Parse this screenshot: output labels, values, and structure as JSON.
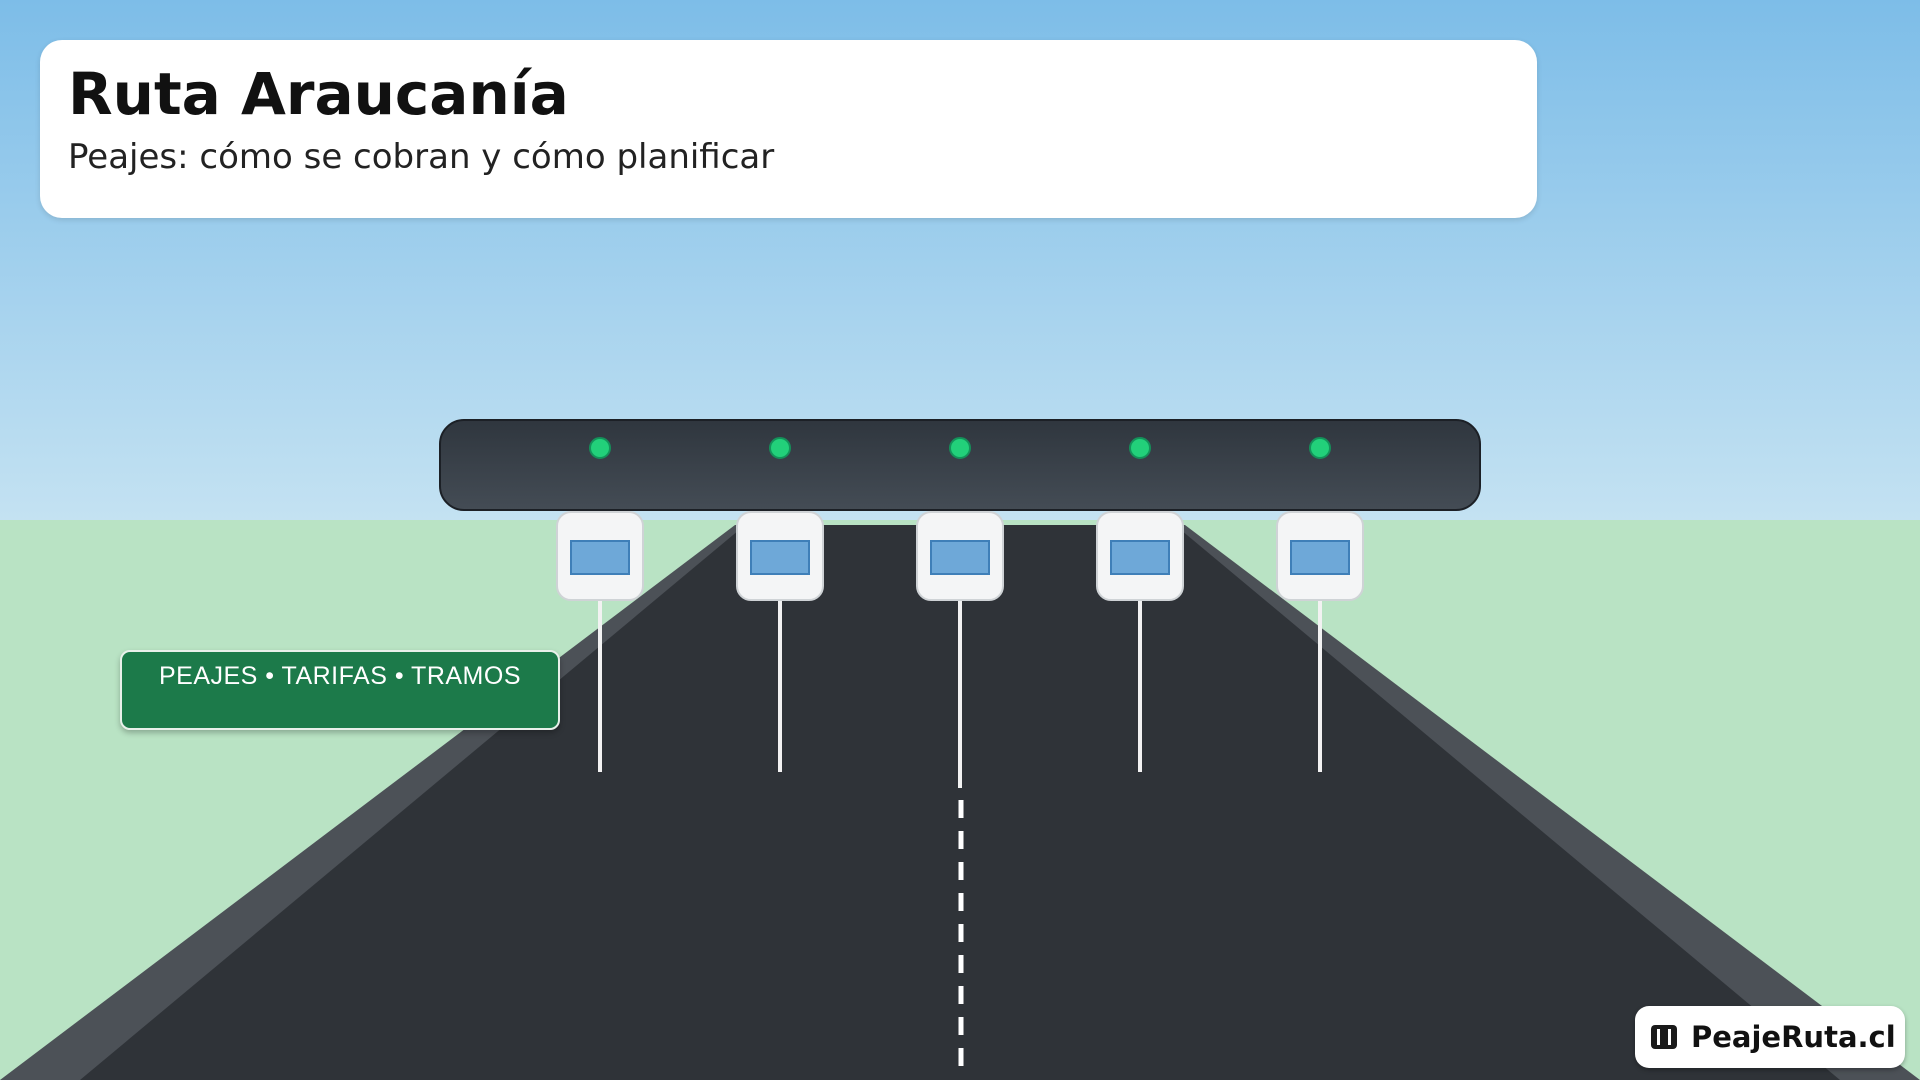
{
  "header": {
    "title": "Ruta Araucanía",
    "subtitle": "Peajes: cómo se cobran y cómo planificar"
  },
  "sign": {
    "text": "PEAJES • TARIFAS • TRAMOS"
  },
  "brand": {
    "name": "PeajeRuta.cl",
    "icon": "road-book-icon"
  },
  "gantry": {
    "lanes": 5,
    "status_light_color": "#22d07a"
  },
  "colors": {
    "sky_top": "#7dbde8",
    "sky_bottom": "#c4e2f2",
    "grass": "#b9e3c4",
    "road": "#2f3338",
    "road_shoulder": "#4c5157",
    "gantry": "#3b434c",
    "sign_green": "#1c7a4a",
    "lane_screen": "#6ea8d8"
  }
}
